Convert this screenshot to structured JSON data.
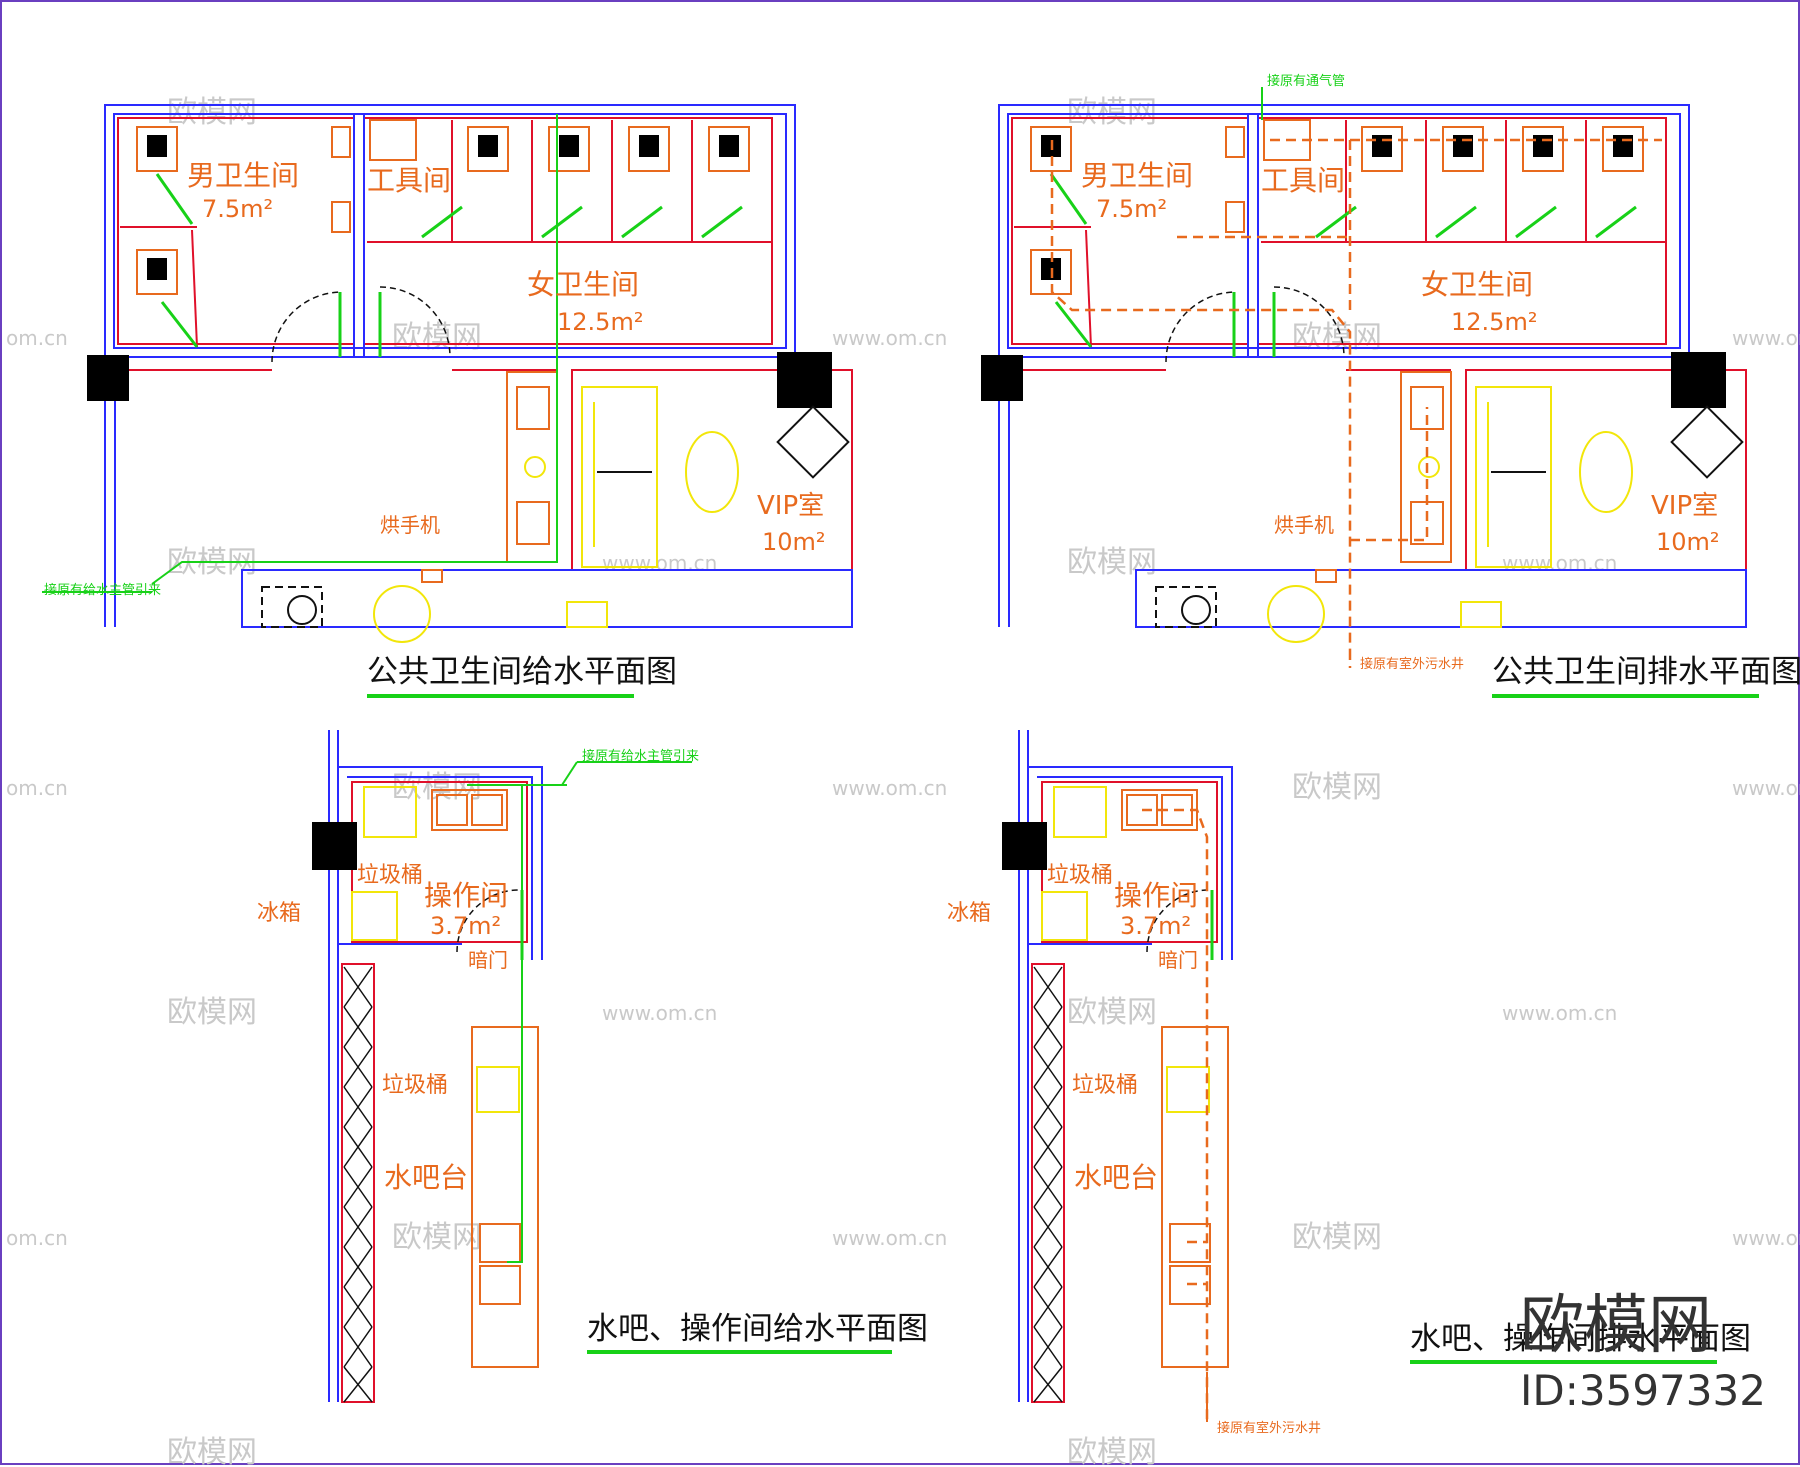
{
  "plans": {
    "p1": {
      "title": "公共卫生间给水平面图"
    },
    "p2": {
      "title": "公共卫生间排水平面图"
    },
    "p3": {
      "title": "水吧、操作间给水平面图"
    },
    "p4": {
      "title": "水吧、操作间排水平面图"
    }
  },
  "rooms": {
    "men": "男卫生间",
    "men_area": "7.5m²",
    "tool": "工具间",
    "women": "女卫生间",
    "women_area": "12.5m²",
    "vip": "VIP室",
    "vip_area": "10m²",
    "dryer": "烘手机",
    "op": "操作间",
    "op_area": "3.7m²",
    "trash": "垃圾桶",
    "fridge": "冰箱",
    "hidden_door": "暗门",
    "bar": "水吧台"
  },
  "notes": {
    "supply_main": "接原有给水主管引来",
    "vent_pipe": "接原有通气管",
    "sewer_well": "接原有室外污水井",
    "supply_main2": "接原有给水主管引来",
    "sewer_well2": "接原有室外污水井"
  },
  "watermark": {
    "brand": "欧模网",
    "site": "www.om.cn",
    "site_short": "om.cn",
    "id": "ID:3597332"
  },
  "colors": {
    "wall": "#2a2aff",
    "wall_inner": "#e0102a",
    "fixture": "#e86a1e",
    "door": "#18d118",
    "supply": "#18d118",
    "drain": "#e86a1e",
    "furniture": "#f2e60a",
    "border": "#6a3fc0"
  }
}
